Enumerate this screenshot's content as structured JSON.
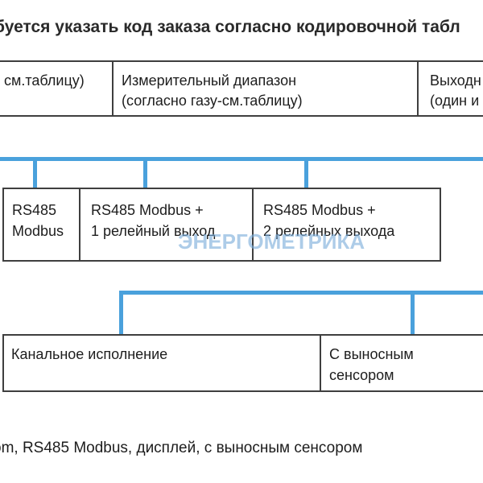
{
  "page": {
    "background": "#ffffff",
    "border_color": "#3f3f3f",
    "connector_blue": "#4aa1dc",
    "watermark_blue": "#7aacda"
  },
  "title": {
    "text": "буется указать код заказа согласно кодировочной табл"
  },
  "header_table": {
    "cells": [
      {
        "lines": [
          "см.таблицу)"
        ]
      },
      {
        "lines": [
          "Измерительный диапазон",
          "(согласно газу-см.таблицу)"
        ]
      },
      {
        "lines": [
          "Выходн",
          "(один и"
        ]
      }
    ]
  },
  "output_options": {
    "boxes": [
      {
        "lines": [
          "RS485",
          "Modbus"
        ]
      },
      {
        "lines": [
          "RS485 Modbus +",
          "1 релейный выход"
        ]
      },
      {
        "lines": [
          "RS485 Modbus +",
          "2 релейных выхода"
        ]
      }
    ]
  },
  "watermark": {
    "text": "ЭНЕРГОМЕТРИКА"
  },
  "design_options": {
    "boxes": [
      {
        "lines": [
          "Канальное исполнение"
        ]
      },
      {
        "lines": [
          "С выносным",
          "сенсором"
        ]
      }
    ]
  },
  "footer": {
    "text": "om, RS485 Modbus, дисплей, с выносным сенсором"
  }
}
